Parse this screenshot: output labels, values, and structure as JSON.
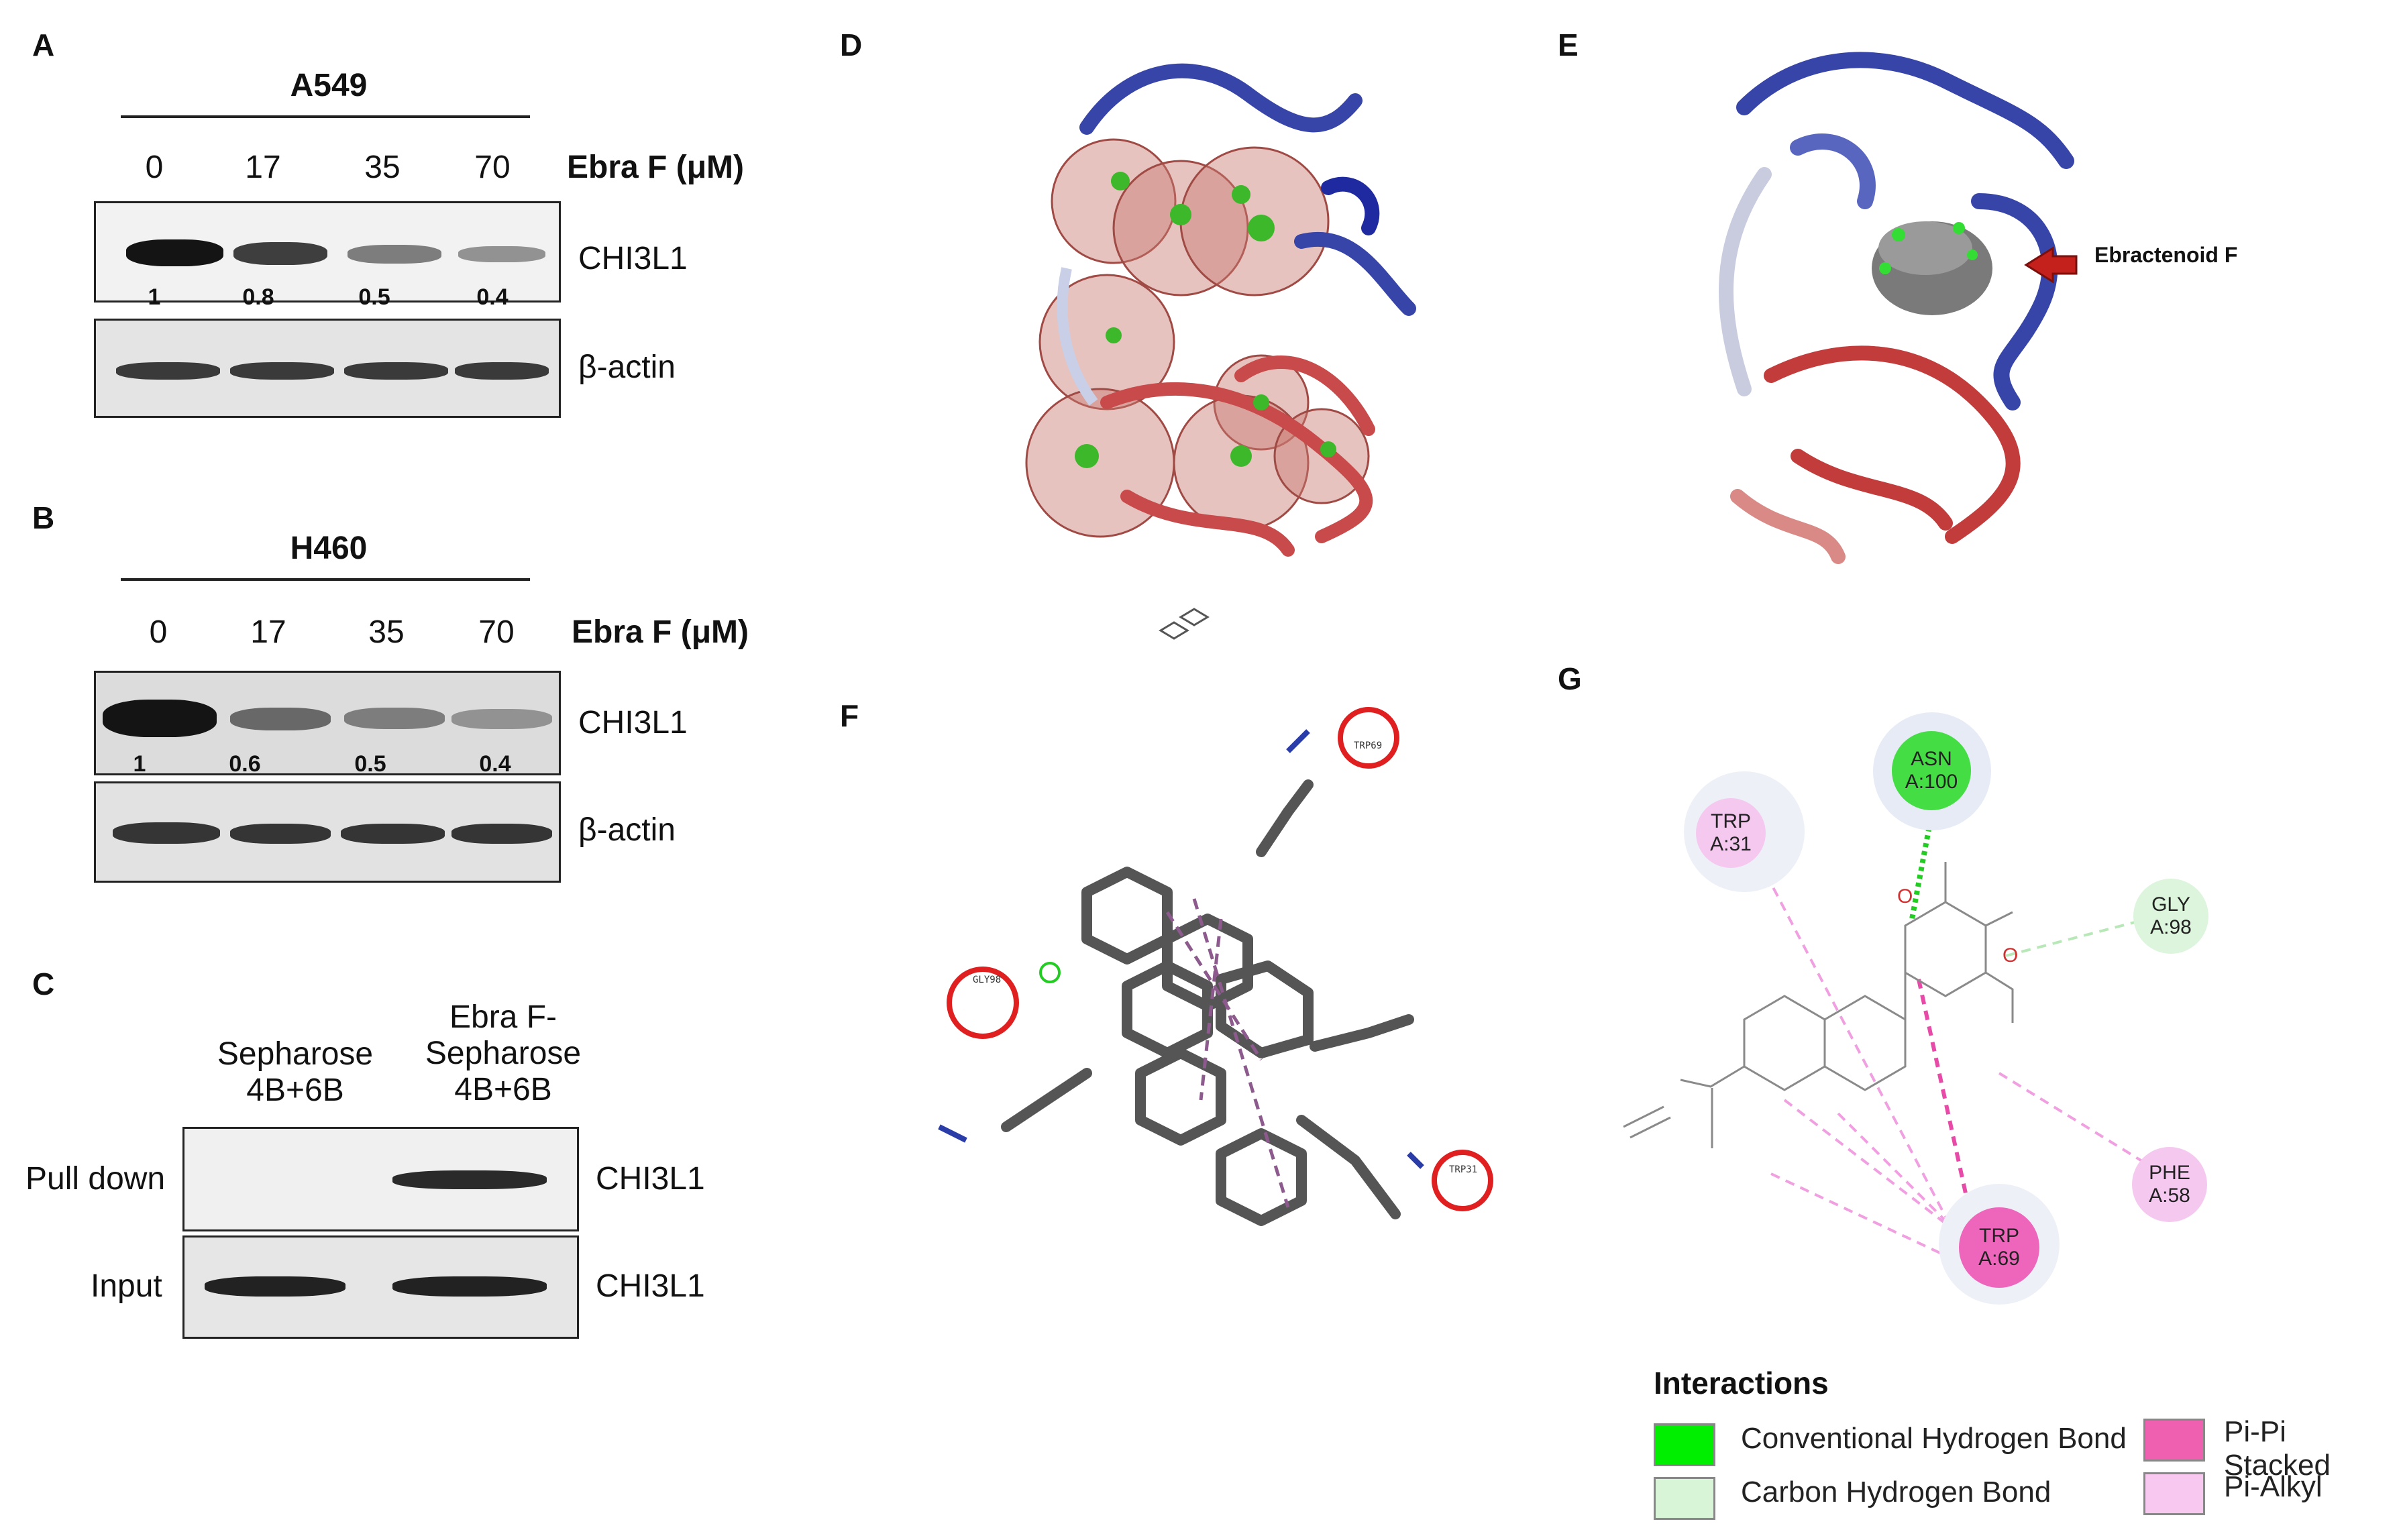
{
  "panels": {
    "A": {
      "letter": "A",
      "cell_line": "A549",
      "doses": [
        "0",
        "17",
        "35",
        "70"
      ],
      "dose_label": "Ebra F (μM)",
      "target_label": "CHI3L1",
      "loading_label": "β-actin",
      "quant": [
        "1",
        "0.8",
        "0.5",
        "0.4"
      ],
      "band_intensity": [
        1.0,
        0.8,
        0.5,
        0.4
      ]
    },
    "B": {
      "letter": "B",
      "cell_line": "H460",
      "doses": [
        "0",
        "17",
        "35",
        "70"
      ],
      "dose_label": "Ebra F (μM)",
      "target_label": "CHI3L1",
      "loading_label": "β-actin",
      "quant": [
        "1",
        "0.6",
        "0.5",
        "0.4"
      ],
      "band_intensity": [
        1.0,
        0.6,
        0.5,
        0.4
      ]
    },
    "C": {
      "letter": "C",
      "col1": [
        "Sepharose",
        "4B+6B"
      ],
      "col2": [
        "Ebra F-",
        "Sepharose",
        "4B+6B"
      ],
      "row1_label": "Pull down",
      "row2_label": "Input",
      "row1_target": "CHI3L1",
      "row2_target": "CHI3L1"
    },
    "D": {
      "letter": "D"
    },
    "E": {
      "letter": "E",
      "arrow_label": "Ebractenoid F"
    },
    "F": {
      "letter": "F",
      "residue_tags": [
        "TRP69",
        "TRP31",
        "GLY98"
      ]
    },
    "G": {
      "letter": "G",
      "residues": [
        {
          "name": "ASN",
          "id": "A:100",
          "type": "conventional"
        },
        {
          "name": "TRP",
          "id": "A:31",
          "type": "pi-alkyl"
        },
        {
          "name": "GLY",
          "id": "A:98",
          "type": "carbon"
        },
        {
          "name": "PHE",
          "id": "A:58",
          "type": "pi-alkyl"
        },
        {
          "name": "TRP",
          "id": "A:69",
          "type": "pi-pi"
        }
      ],
      "atom_o": "O",
      "legend_title": "Interactions",
      "legend": [
        {
          "label": "Conventional Hydrogen Bond",
          "color": "#00ee00"
        },
        {
          "label": "Carbon Hydrogen Bond",
          "color": "#d8f5d8"
        },
        {
          "label": "Pi-Pi Stacked",
          "color": "#f060b0"
        },
        {
          "label": "Pi-Alkyl",
          "color": "#f8c8f0"
        }
      ]
    }
  },
  "colors": {
    "protein_blue": "#3845a8",
    "protein_red": "#b83a3a",
    "ligand_gray": "#555555",
    "highlight_circle": "#e02020",
    "pi_line": "#f07ad0",
    "hbond_line": "#22cc22"
  }
}
